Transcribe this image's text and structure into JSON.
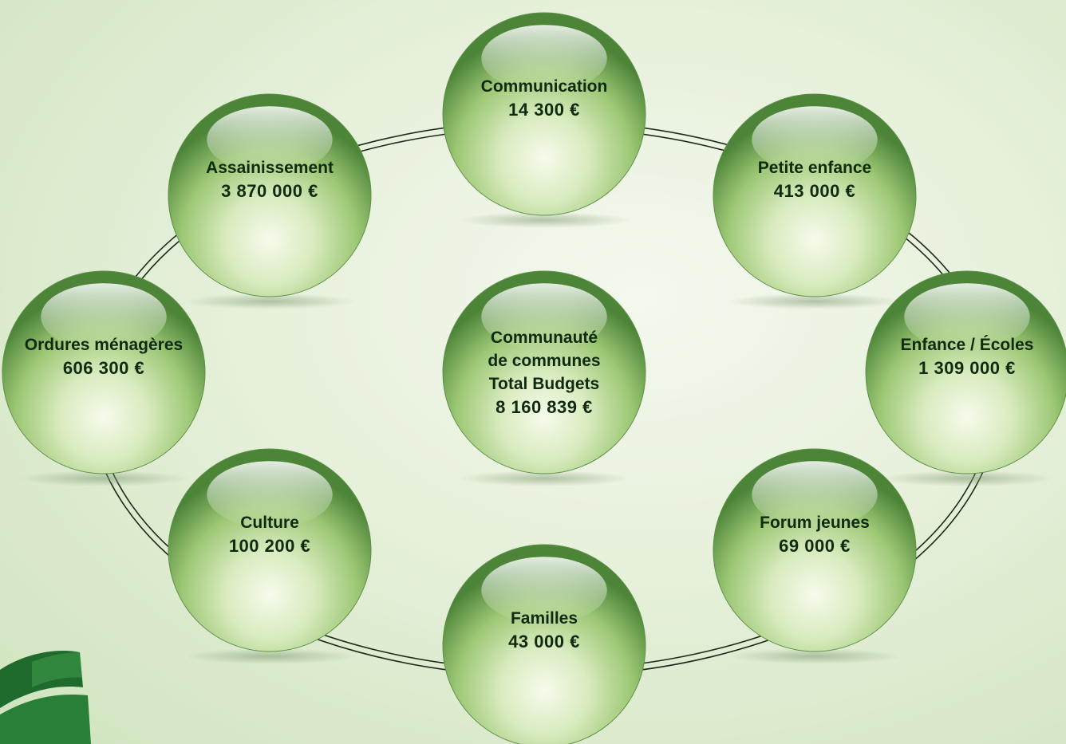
{
  "colors": {
    "bubble_light": "#f3f9e8",
    "bubble_mid": "#a9d07f",
    "bubble_dark": "#4f8a3c",
    "text": "#0f2a0f",
    "ring": "#1d2a1d",
    "logo": "#1f6a2d"
  },
  "center": {
    "lines": [
      "Communauté",
      "de communes",
      "Total Budgets"
    ],
    "amount": "8 160 839 €"
  },
  "bubbles": [
    {
      "id": "communication",
      "label": "Communication",
      "amount": "14 300 €"
    },
    {
      "id": "petite-enfance",
      "label": "Petite enfance",
      "amount": "413 000 €"
    },
    {
      "id": "enfance-ecoles",
      "label": "Enfance / Écoles",
      "amount": "1 309 000 €"
    },
    {
      "id": "forum-jeunes",
      "label": "Forum jeunes",
      "amount": "69 000 €"
    },
    {
      "id": "familles",
      "label": "Familles",
      "amount": "43 000 €"
    },
    {
      "id": "culture",
      "label": "Culture",
      "amount": "100 200 €"
    },
    {
      "id": "ordures-menageres",
      "label": "Ordures ménagères",
      "amount": "606 300 €"
    },
    {
      "id": "assainissement",
      "label": "Assainissement",
      "amount": "3 870 000 €"
    }
  ],
  "logo_icon": "green-c-logo-icon"
}
